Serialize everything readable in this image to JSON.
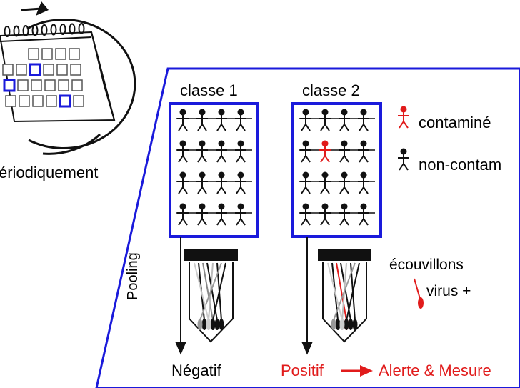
{
  "labels": {
    "class1": "classe 1",
    "class2": "classe 2",
    "periodic": "ériodiquement",
    "legend_contaminated": "contaminé",
    "legend_noncontaminated": "non-contam",
    "swabs_line1": "écouvillons",
    "swabs_line2": "virus +",
    "pooling": "Pooling",
    "negative": "Négatif",
    "positive": "Positif",
    "alert": "Alerte & Mesure"
  },
  "colors": {
    "class_border": "#1a1adb",
    "contaminated": "#e11b1b",
    "ink": "#111111",
    "calendar_highlight": "#1a1adb"
  },
  "grids": {
    "rows": 4,
    "cols": 4,
    "contaminated_in_class2": {
      "row": 1,
      "col": 1
    }
  },
  "icons": {
    "cycle": "circular-arrow-icon",
    "calendar": "desk-calendar-icon",
    "person": "stick-figure-icon",
    "swab": "swab-icon",
    "tube": "pooling-tube-icon"
  }
}
